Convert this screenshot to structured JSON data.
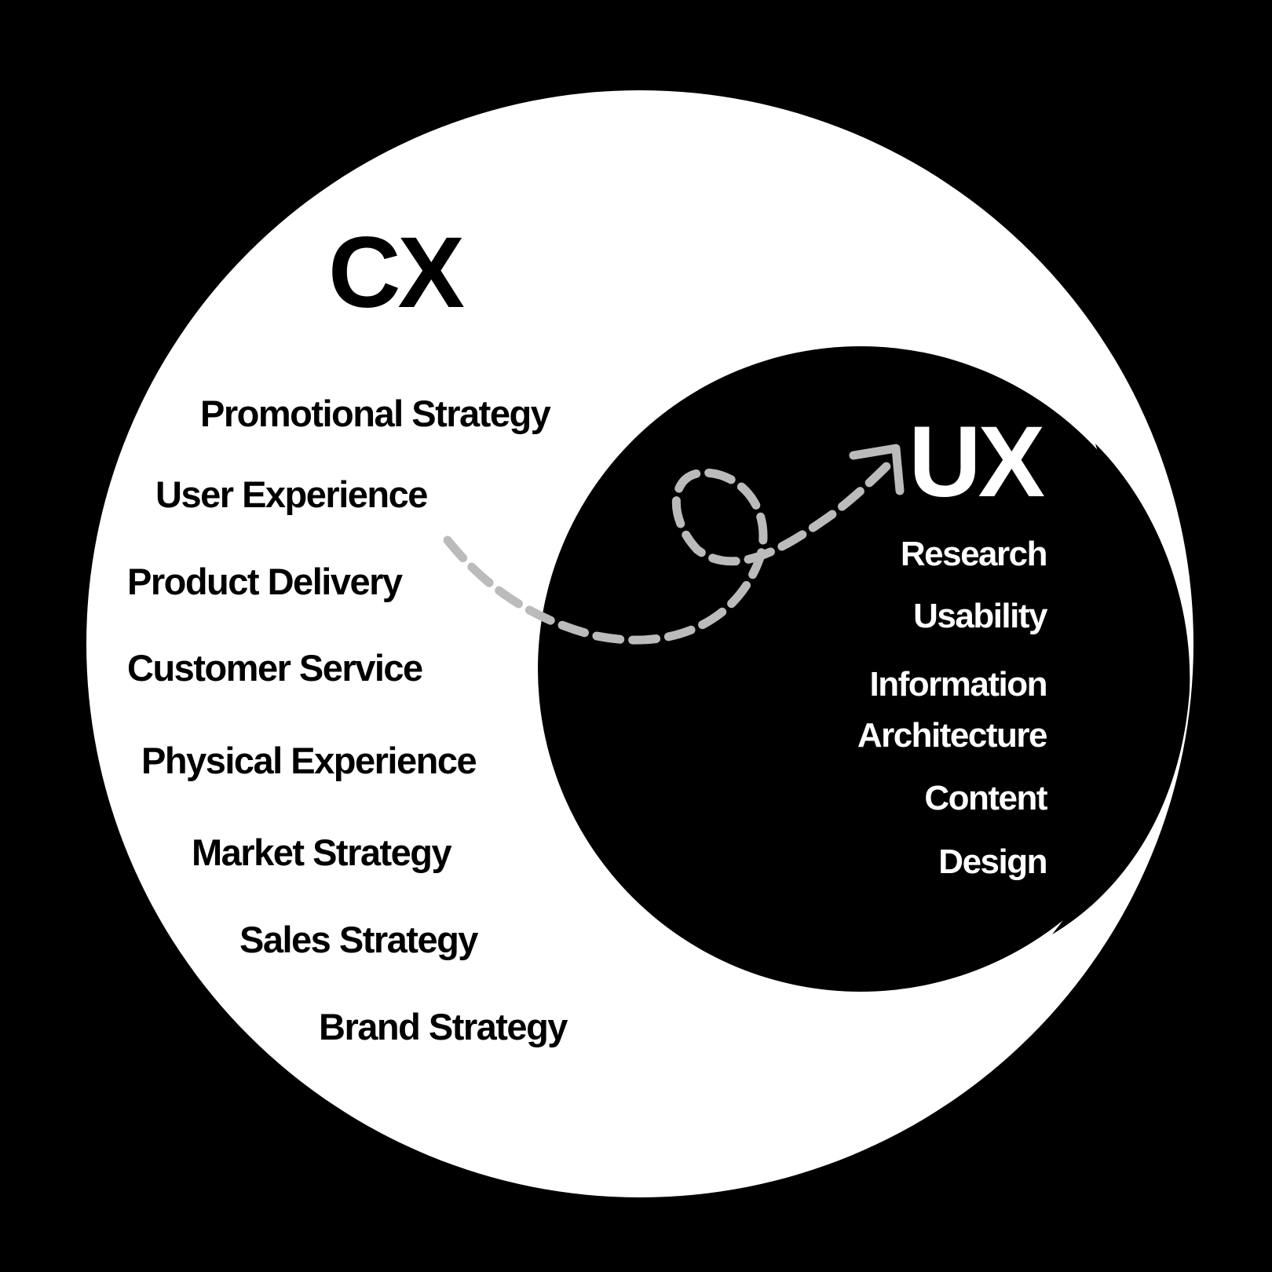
{
  "colors": {
    "background": "#000000",
    "outer_circle": "#ffffff",
    "inner_circle": "#000000",
    "arrow": "#bbbbbb"
  },
  "cx": {
    "title": "CX",
    "items": [
      "Promotional Strategy",
      "User Experience",
      "Product Delivery",
      "Customer Service",
      "Physical Experience",
      "Market Strategy",
      "Sales Strategy",
      "Brand Strategy"
    ]
  },
  "ux": {
    "title": "UX",
    "items": [
      "Research",
      "Usability",
      "Information",
      "Architecture",
      "Content",
      "Design"
    ]
  },
  "arrow": {
    "style": "dashed",
    "direction": "from CX to UX"
  }
}
